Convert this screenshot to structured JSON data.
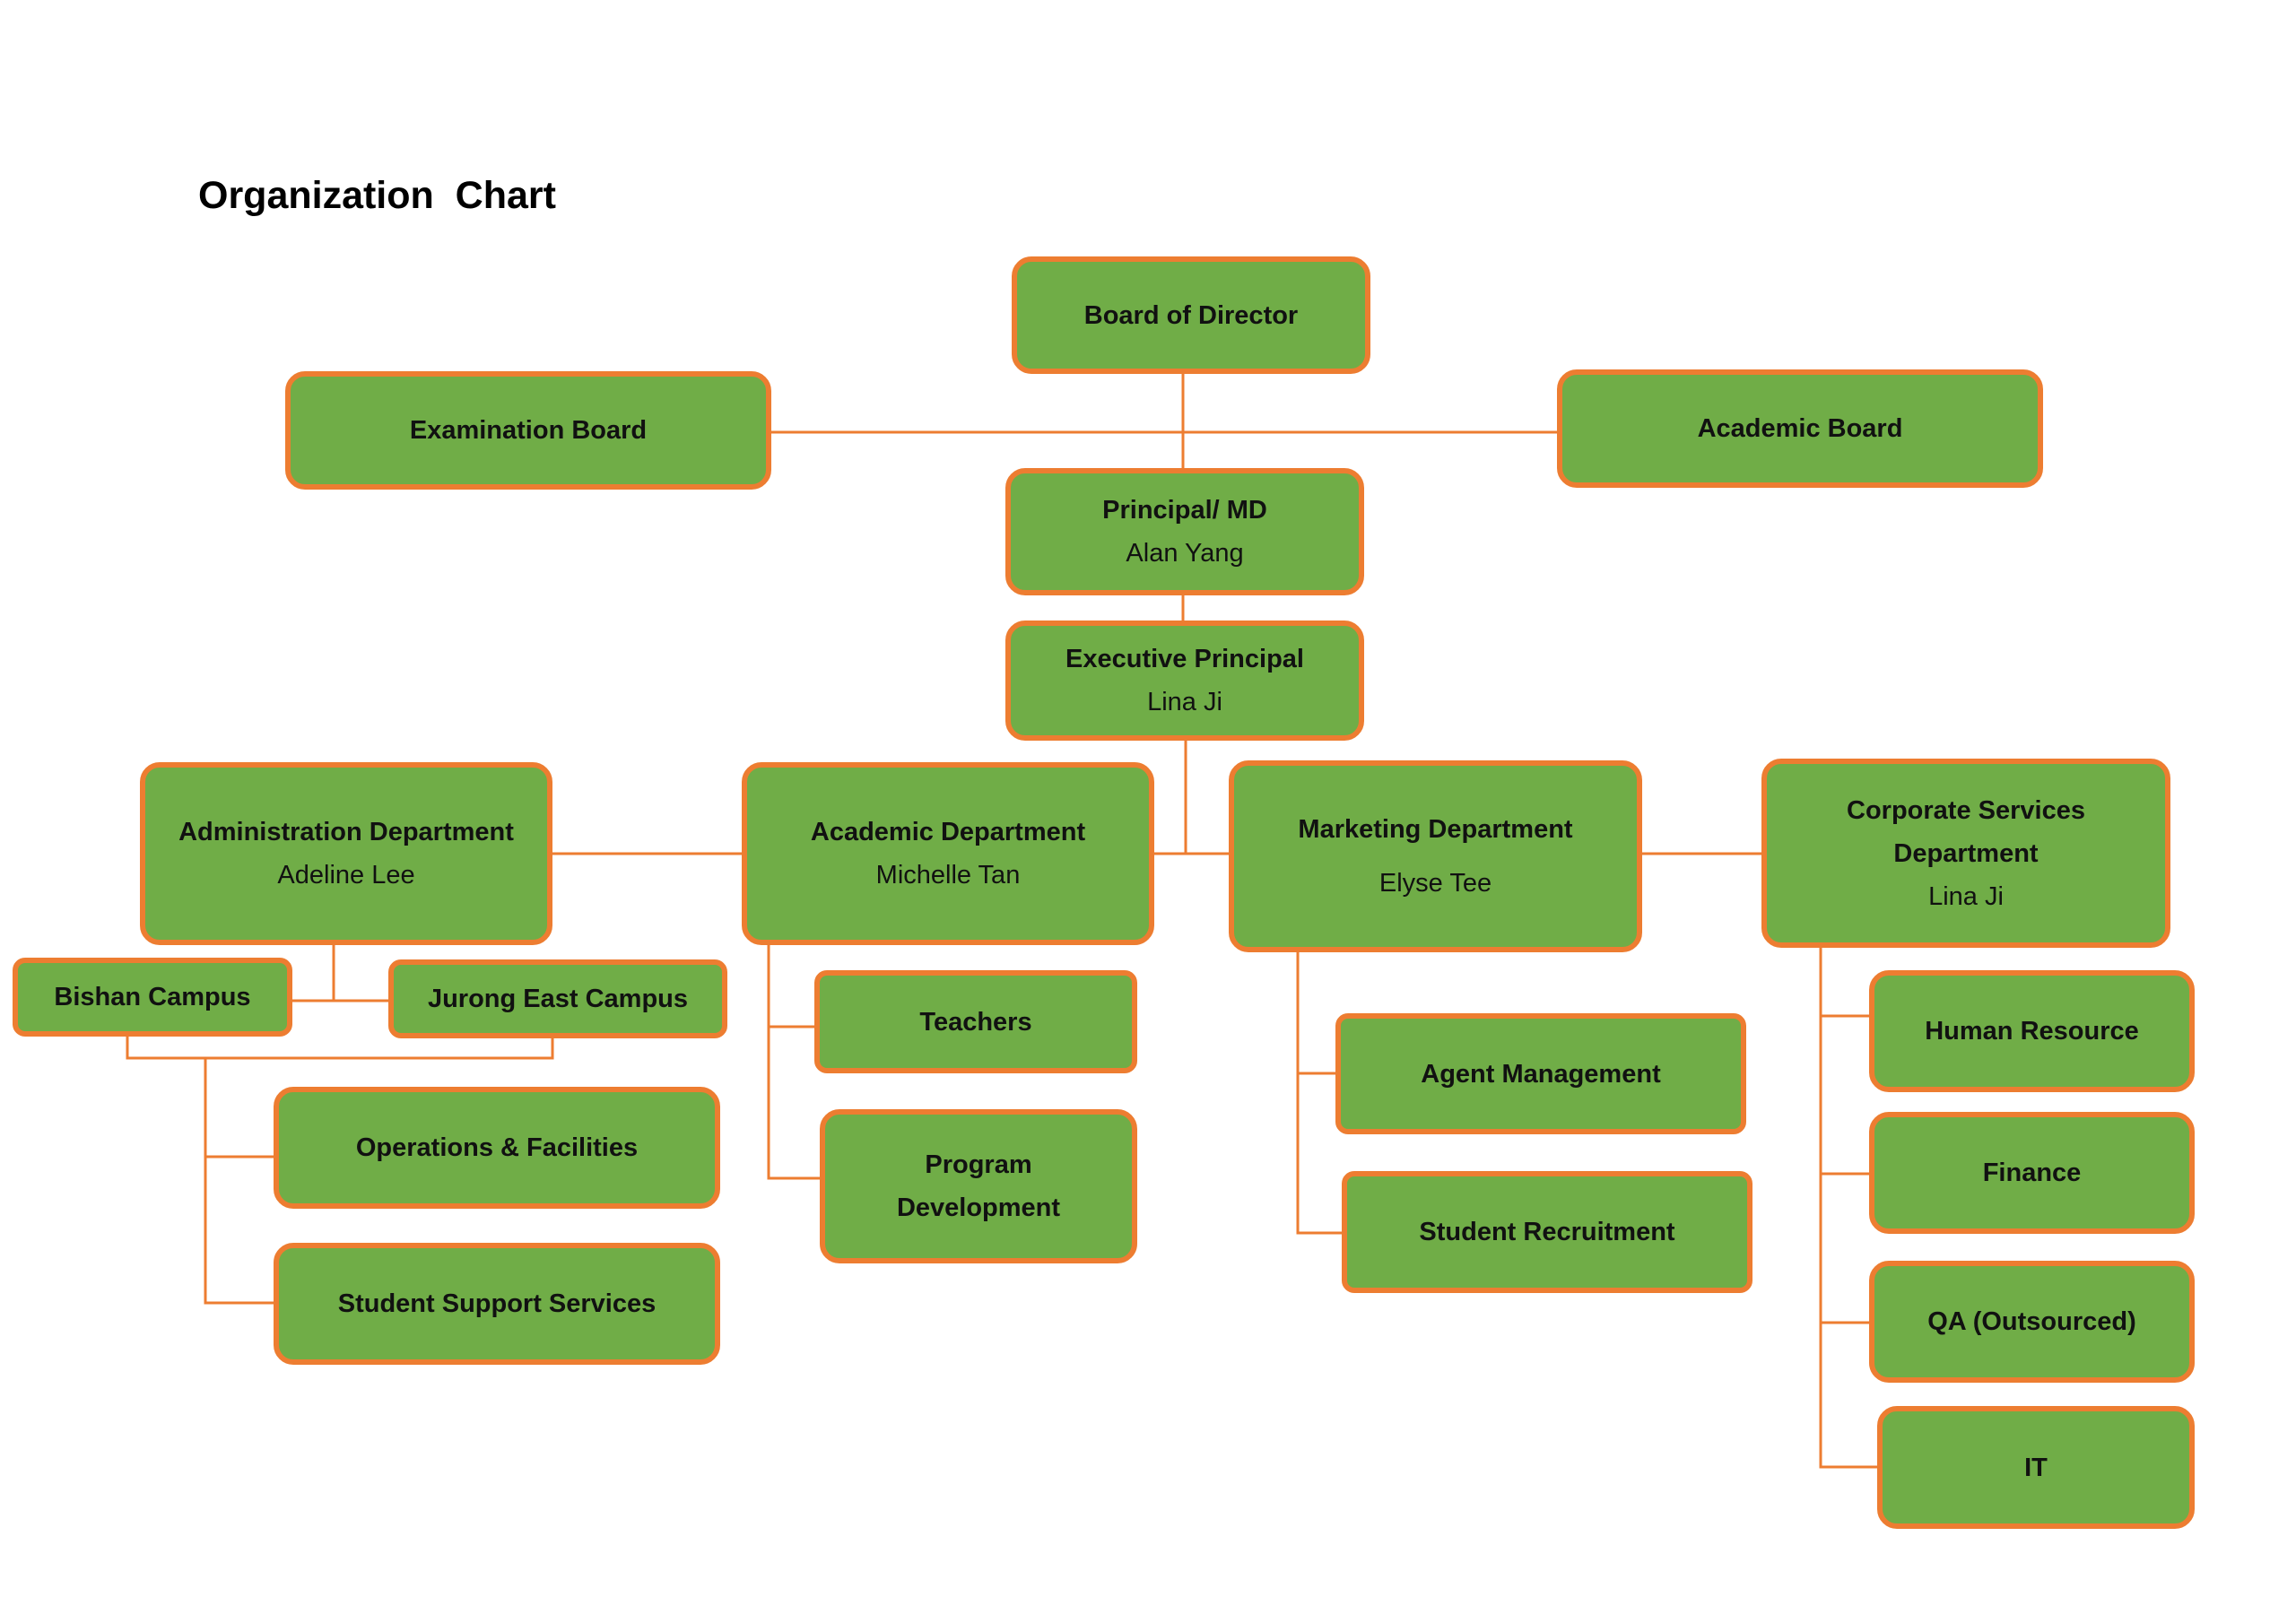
{
  "title": "Organization  Chart",
  "colors": {
    "box_fill": "#70ad47",
    "box_border": "#ed7d31",
    "connector": "#ed7d31"
  },
  "nodes": {
    "board": {
      "title": "Board of Director"
    },
    "exam_board": {
      "title": "Examination Board"
    },
    "academic_board": {
      "title": "Academic Board"
    },
    "principal": {
      "title": "Principal/ MD",
      "person": "Alan Yang"
    },
    "exec_principal": {
      "title": "Executive Principal",
      "person": "Lina Ji"
    },
    "admin_dept": {
      "title": "Administration Department",
      "person": "Adeline Lee"
    },
    "academic_dept": {
      "title": "Academic Department",
      "person": "Michelle Tan"
    },
    "marketing_dept": {
      "title": "Marketing Department",
      "person": "Elyse Tee"
    },
    "corporate_dept": {
      "title": "Corporate Services Department",
      "person": "Lina Ji"
    },
    "bishan": {
      "title": "Bishan Campus"
    },
    "jurong": {
      "title": "Jurong East Campus"
    },
    "operations": {
      "title": "Operations & Facilities"
    },
    "student_support": {
      "title": "Student Support Services"
    },
    "teachers": {
      "title": "Teachers"
    },
    "program_dev": {
      "title": "Program Development"
    },
    "agent_mgmt": {
      "title": "Agent Management"
    },
    "student_recruit": {
      "title": "Student Recruitment"
    },
    "hr": {
      "title": "Human Resource"
    },
    "finance": {
      "title": "Finance"
    },
    "qa": {
      "title": "QA (Outsourced)"
    },
    "it": {
      "title": "IT"
    }
  }
}
